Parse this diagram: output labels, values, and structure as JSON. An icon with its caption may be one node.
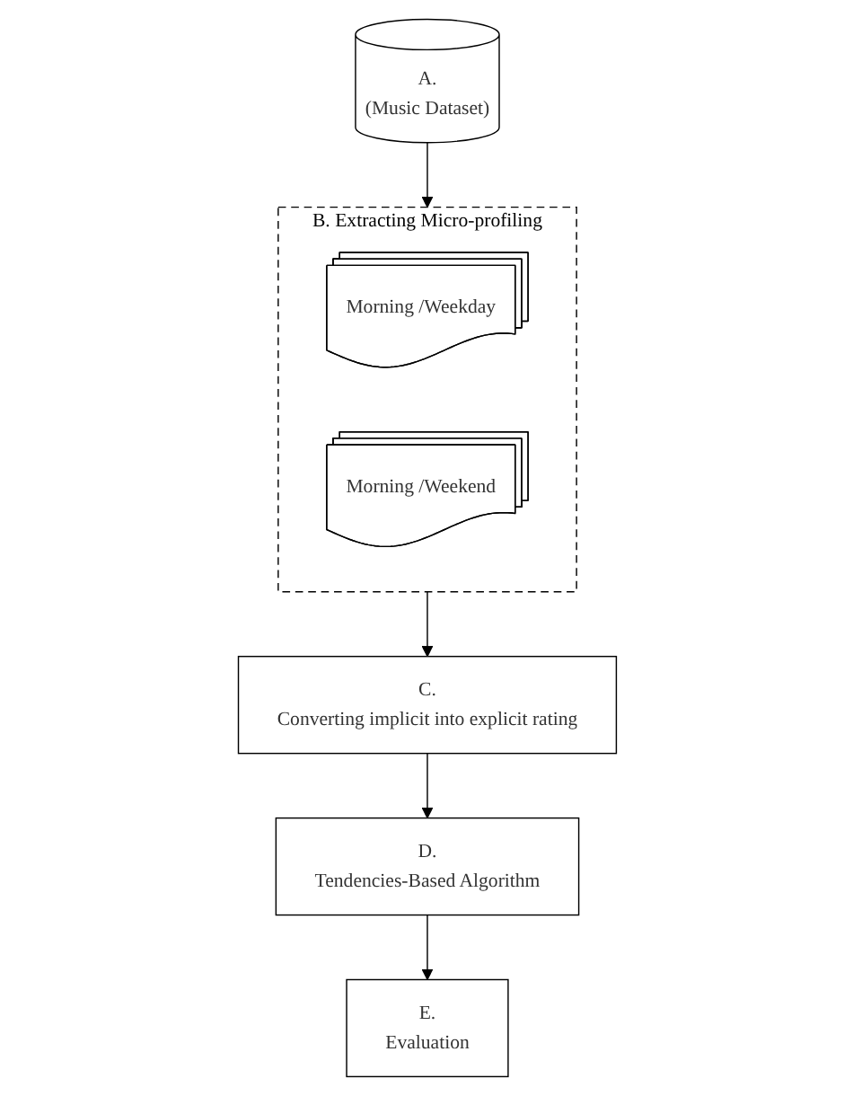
{
  "diagram": {
    "nodes": [
      {
        "text": [
          "A.",
          "(Music Dataset)"
        ]
      },
      {
        "text": [
          "B. Extracting Micro-profiling"
        ]
      },
      {
        "text": [
          "Morning /Weekday"
        ],
        "in": 1
      },
      {
        "text": [
          "Morning /Weekend"
        ],
        "in": 1
      },
      {
        "text": [
          "C.",
          "Converting implicit into explicit rating"
        ]
      },
      {
        "text": [
          "D.",
          "Tendencies-Based Algorithm"
        ]
      },
      {
        "text": [
          "E.",
          "Evaluation"
        ]
      }
    ],
    "edges": [
      {
        "from": 0,
        "to": 1,
        "arrow": "to"
      },
      {
        "from": 1,
        "to": 4,
        "arrow": "to"
      },
      {
        "from": 4,
        "to": 5,
        "arrow": "to"
      },
      {
        "from": 5,
        "to": 6,
        "arrow": "to"
      }
    ]
  }
}
